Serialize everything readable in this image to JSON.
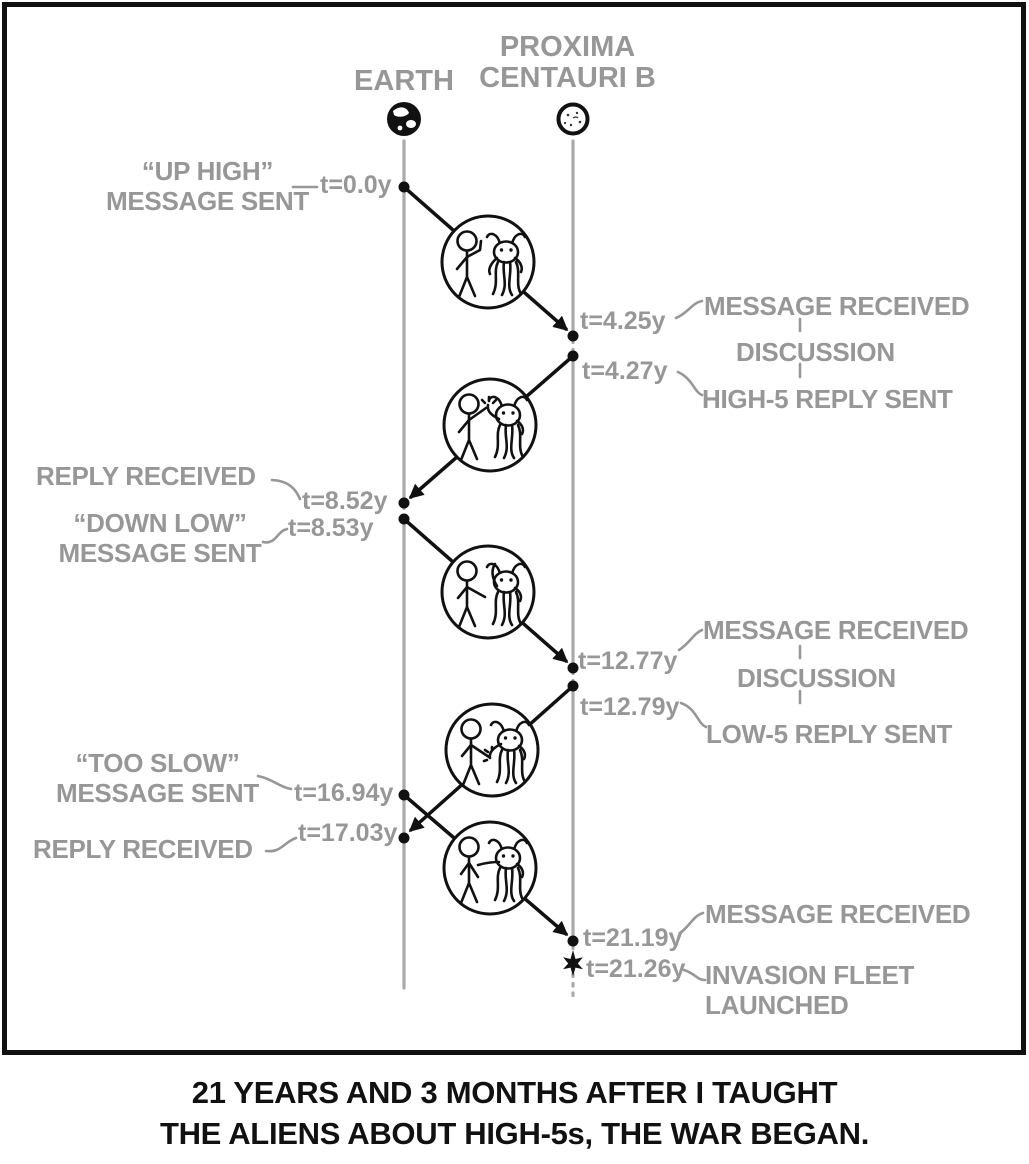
{
  "columns": {
    "earth": {
      "label": "EARTH"
    },
    "proxima": {
      "label_line1": "PROXIMA",
      "label_line2": "CENTAURI B"
    }
  },
  "events": {
    "up_high": {
      "line1": "“UP HIGH”",
      "line2": "MESSAGE SENT",
      "time": "t=0.0y"
    },
    "msg_received_1": {
      "label": "MESSAGE RECEIVED",
      "time": "t=4.25y"
    },
    "discussion_1": {
      "label": "DISCUSSION"
    },
    "high5_reply": {
      "label": "HIGH-5 REPLY SENT",
      "time": "t=4.27y"
    },
    "reply_received_1": {
      "label": "REPLY RECEIVED",
      "time": "t=8.52y"
    },
    "down_low": {
      "line1": "“DOWN LOW”",
      "line2": "MESSAGE SENT",
      "time": "t=8.53y"
    },
    "msg_received_2": {
      "label": "MESSAGE RECEIVED",
      "time": "t=12.77y"
    },
    "discussion_2": {
      "label": "DISCUSSION"
    },
    "low5_reply": {
      "label": "LOW-5 REPLY SENT",
      "time": "t=12.79y"
    },
    "too_slow": {
      "line1": "“TOO SLOW”",
      "line2": "MESSAGE SENT",
      "time": "t=16.94y"
    },
    "reply_received_2": {
      "label": "REPLY RECEIVED",
      "time": "t=17.03y"
    },
    "msg_received_3": {
      "label": "MESSAGE RECEIVED",
      "time": "t=21.19y"
    },
    "invasion": {
      "line1": "INVASION FLEET",
      "line2": "LAUNCHED",
      "time": "t=21.26y"
    }
  },
  "caption": {
    "line1": "21 YEARS AND 3 MONTHS AFTER I TAUGHT",
    "line2": "THE ALIENS ABOUT HIGH-5s, THE WAR BEGAN."
  },
  "colors": {
    "ink": "#111111",
    "label_gray": "#979797",
    "worldline_gray": "#aaaaaa",
    "background": "#ffffff"
  },
  "icons": {
    "earth": "earth-globe-icon",
    "proxima": "planet-icon",
    "invasion_marker": "star-burst-icon",
    "bubbles": [
      "human-waves-up-high",
      "high-five-contact",
      "human-offers-down-low",
      "low-five-contact",
      "alien-too-slow"
    ]
  }
}
